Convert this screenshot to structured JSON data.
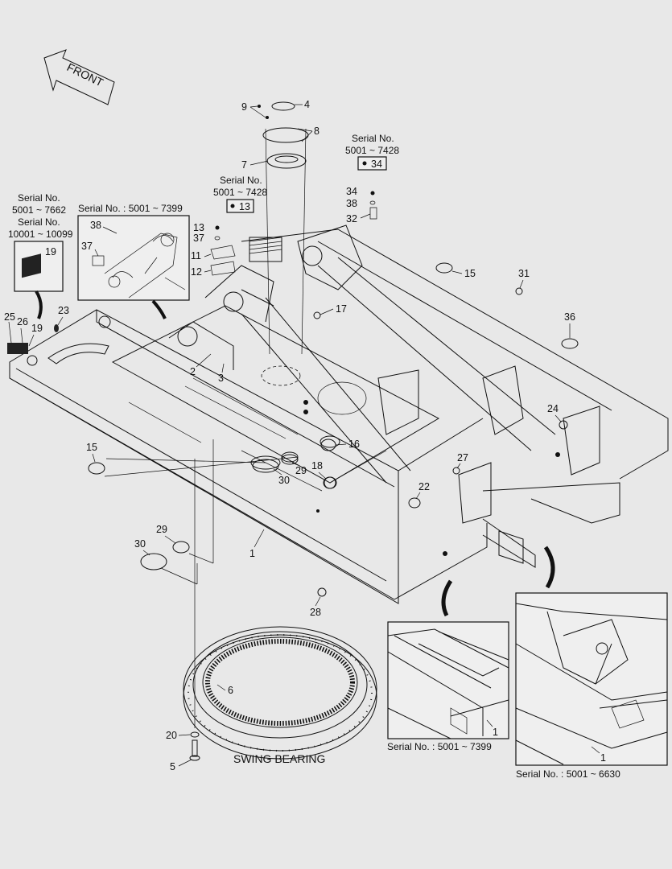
{
  "front_arrow": {
    "label": "FRONT"
  },
  "serial_left": {
    "line1": "Serial No.",
    "line2": "5001 ~ 7662",
    "line3": "Serial No.",
    "line4": "10001 ~ 10099"
  },
  "serial_inset_top": {
    "text": "Serial No. : 5001 ~ 7399"
  },
  "serial_13": {
    "line1": "Serial No.",
    "line2": "5001 ~ 7428",
    "boxed": "13"
  },
  "serial_34": {
    "line1": "Serial No.",
    "line2": "5001 ~ 7428",
    "boxed": "34"
  },
  "swing_bearing": {
    "label": "SWING BEARING"
  },
  "inset_bottom_mid": {
    "caption": "Serial No. : 5001 ~ 7399",
    "callout": "1"
  },
  "inset_bottom_right": {
    "caption": "Serial No. : 5001 ~ 6630",
    "callout": "1"
  },
  "callouts": {
    "c1": "1",
    "c2": "2",
    "c3": "3",
    "c4": "4",
    "c5": "5",
    "c6": "6",
    "c7": "7",
    "c8": "8",
    "c9": "9",
    "c11": "11",
    "c12": "12",
    "c13": "13",
    "c15a": "15",
    "c15b": "15",
    "c16": "16",
    "c17": "17",
    "c18": "18",
    "c19a": "19",
    "c19b": "19",
    "c20": "20",
    "c22": "22",
    "c23": "23",
    "c24": "24",
    "c25": "25",
    "c26": "26",
    "c27": "27",
    "c28": "28",
    "c29a": "29",
    "c29b": "29",
    "c30a": "30",
    "c30b": "30",
    "c31": "31",
    "c32": "32",
    "c34": "34",
    "c36": "36",
    "c37a": "37",
    "c37b": "37",
    "c38a": "38",
    "c38b": "38"
  }
}
